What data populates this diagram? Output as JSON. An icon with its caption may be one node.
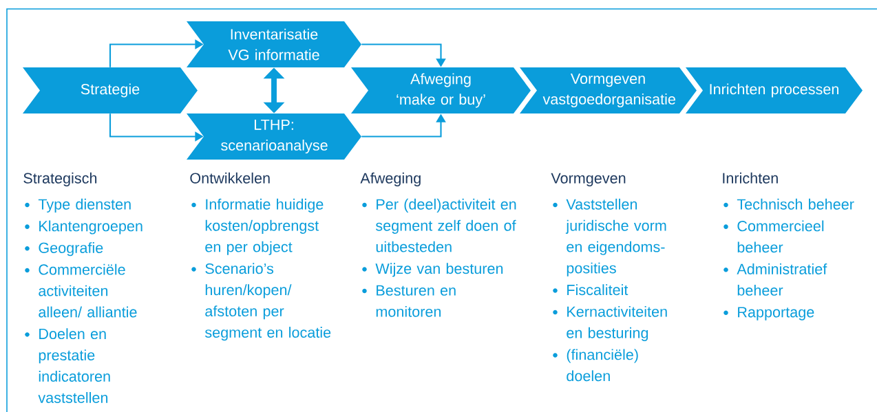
{
  "diagram": {
    "nodes": [
      {
        "text": [
          "Strategie"
        ]
      },
      {
        "text": [
          "Inventarisatie VG informatie"
        ]
      },
      {
        "text": [
          "LTHP: scenarioanalyse"
        ]
      },
      {
        "text": [
          "Afweging ‘make or buy’"
        ]
      },
      {
        "text": [
          "Vormgeven vastgoedorganisatie"
        ]
      },
      {
        "text": [
          "Inrichten processen"
        ]
      }
    ],
    "edges": [
      {
        "from": 0,
        "to": 1,
        "arrow": "to"
      },
      {
        "from": 0,
        "to": 2,
        "arrow": "to"
      },
      {
        "from": 1,
        "to": 2,
        "arrow": "both",
        "style": "thick"
      },
      {
        "from": 1,
        "to": 3,
        "arrow": "to"
      },
      {
        "from": 2,
        "to": 3,
        "arrow": "to"
      }
    ],
    "labels": [
      "Strategisch",
      "Type diensten",
      "Klantengroepen",
      "Geografie",
      "Commerciële activiteiten alleen/ alliantie",
      "Doelen en prestatie indicatoren vaststellen",
      "Ontwikkelen",
      "Informatie huidige kosten/opbrengst en per object",
      "Scenario’s huren/kopen/ afstoten per segment en locatie",
      "Afweging",
      "Per (deel)activiteit en segment zelf doen of uitbesteden",
      "Wijze van besturen",
      "Besturen en monitoren",
      "Vormgeven",
      "Vaststellen juridische vorm en eigendoms-posities",
      "Fiscaliteit",
      "Kernactiviteiten en besturing",
      "(financiële) doelen",
      "Inrichten",
      "Technisch beheer",
      "Commercieel beheer",
      "Administratief beheer",
      "Rapportage"
    ]
  }
}
